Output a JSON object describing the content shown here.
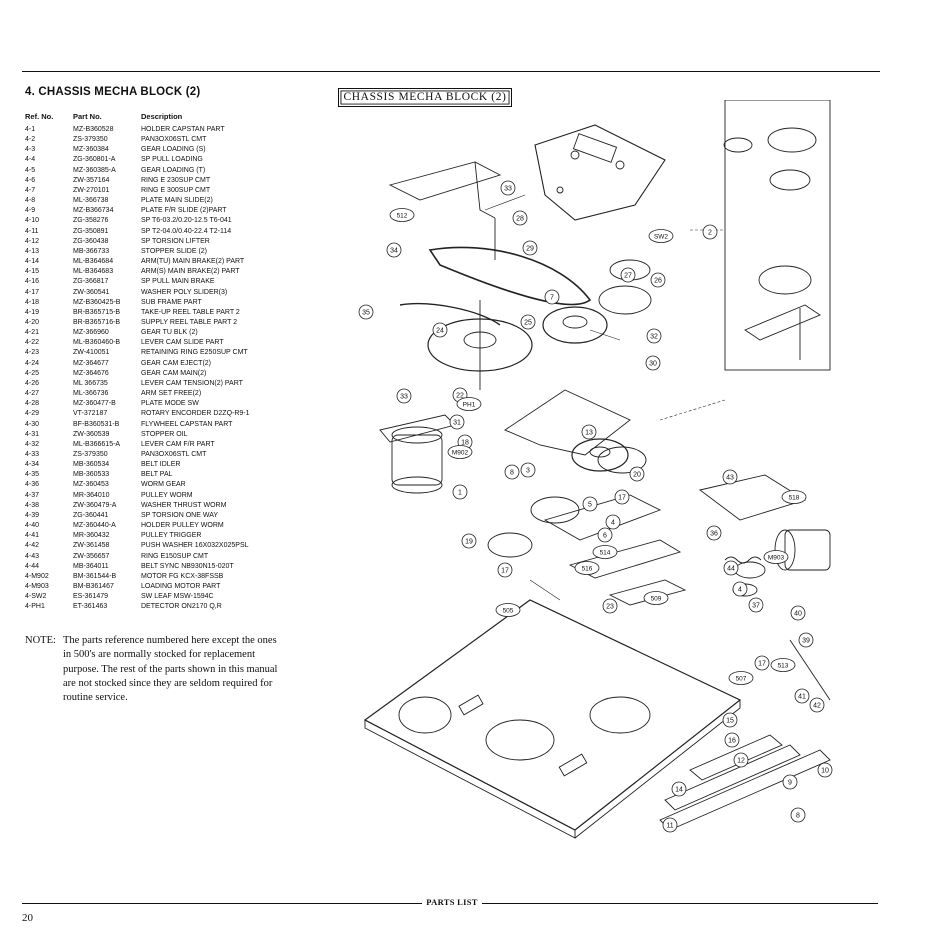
{
  "section": {
    "title": "4. CHASSIS MECHA BLOCK (2)"
  },
  "table": {
    "headers": {
      "ref": "Ref. No.",
      "part": "Part No.",
      "desc": "Description"
    },
    "rows": [
      [
        "4-1",
        "MZ-B360528",
        "HOLDER CAPSTAN PART"
      ],
      [
        "4-2",
        "ZS-379350",
        "PAN3OX06STL CMT"
      ],
      [
        "4-3",
        "MZ-360384",
        "GEAR LOADING (S)"
      ],
      [
        "4-4",
        "ZG-360801-A",
        "SP PULL LOADING"
      ],
      [
        "4-5",
        "MZ-360385-A",
        "GEAR LOADING (T)"
      ],
      [
        "4-6",
        "ZW-357164",
        "RING E 230SUP CMT"
      ],
      [
        "4-7",
        "ZW-270101",
        "RING E 300SUP CMT"
      ],
      [
        "4-8",
        "ML-366738",
        "PLATE MAIN SLIDE(2)"
      ],
      [
        "4-9",
        "MZ-B366734",
        "PLATE F/R SLIDE (2)PART"
      ],
      [
        "4-10",
        "ZG-358276",
        "SP T6-03.2/0.20-12.5 T6-041"
      ],
      [
        "4-11",
        "ZG-350891",
        "SP T2-04.0/0.40-22.4 T2-114"
      ],
      [
        "4-12",
        "ZG-360438",
        "SP TORSION LIFTER"
      ],
      [
        "4-13",
        "MB-366733",
        "STOPPER SLIDE (2)"
      ],
      [
        "4-14",
        "ML-B364684",
        "ARM(TU) MAIN BRAKE(2) PART"
      ],
      [
        "4-15",
        "ML-B364683",
        "ARM(S) MAIN BRAKE(2) PART"
      ],
      [
        "4-16",
        "ZG-366817",
        "SP PULL MAIN BRAKE"
      ],
      [
        "4-17",
        "ZW-360541",
        "WASHER POLY SLIDER(3)"
      ],
      [
        "4-18",
        "MZ-B360425-B",
        "SUB FRAME PART"
      ],
      [
        "4-19",
        "BR-B365715-B",
        "TAKE-UP REEL TABLE PART 2"
      ],
      [
        "4-20",
        "BR-B365716-B",
        "SUPPLY REEL TABLE PART 2"
      ],
      [
        "4-21",
        "MZ-366960",
        "GEAR TU BLK (2)"
      ],
      [
        "4-22",
        "ML-B360460-B",
        "LEVER CAM SLIDE PART"
      ],
      [
        "4-23",
        "ZW-410051",
        "RETAINING RING E250SUP CMT"
      ],
      [
        "4-24",
        "MZ-364677",
        "GEAR CAM EJECT(2)"
      ],
      [
        "4-25",
        "MZ-364676",
        "GEAR CAM MAIN(2)"
      ],
      [
        "4-26",
        "ML 366735",
        "LEVER CAM TENSION(2) PART"
      ],
      [
        "4-27",
        "ML-366736",
        "ARM SET FREE(2)"
      ],
      [
        "4-28",
        "MZ-360477-B",
        "PLATE MODE SW"
      ],
      [
        "4-29",
        "VT-372187",
        "ROTARY ENCORDER D2ZQ-R9-1"
      ],
      [
        "4-30",
        "BF-B360531-B",
        "FLYWHEEL CAPSTAN PART"
      ],
      [
        "4-31",
        "ZW-360539",
        "STOPPER OIL"
      ],
      [
        "4-32",
        "ML-B366615-A",
        "LEVER CAM F/R PART"
      ],
      [
        "4-33",
        "ZS-379350",
        "PAN3OX06STL CMT"
      ],
      [
        "4-34",
        "MB-360534",
        "BELT IDLER"
      ],
      [
        "4-35",
        "MB-360533",
        "BELT PAL"
      ],
      [
        "4-36",
        "MZ-360453",
        "WORM GEAR"
      ],
      [
        "4-37",
        "MR-364010",
        "PULLEY WORM"
      ],
      [
        "4-38",
        "ZW-360479-A",
        "WASHER THRUST WORM"
      ],
      [
        "4-39",
        "ZG-360441",
        "SP TORSION ONE WAY"
      ],
      [
        "4-40",
        "MZ-360440-A",
        "HOLDER PULLEY WORM"
      ],
      [
        "4-41",
        "MR-360432",
        "PULLEY TRIGGER"
      ],
      [
        "4-42",
        "ZW-361458",
        "PUSH WASHER 16X032X025PSL"
      ],
      [
        "4-43",
        "ZW-356657",
        "RING E150SUP CMT"
      ],
      [
        "4-44",
        "MB-364011",
        "BELT SYNC NB930N15-020T"
      ],
      [
        "4-M902",
        "BM-361544-B",
        "MOTOR FG KCX-38FSSB"
      ],
      [
        "4-M903",
        "BM-B361467",
        "LOADING MOTOR PART"
      ],
      [
        "4-SW2",
        "ES-361479",
        "SW LEAF MSW-1594C"
      ],
      [
        "4-PH1",
        "ET-361463",
        "DETECTOR ON2170 Q,R"
      ]
    ]
  },
  "note": {
    "label": "NOTE:",
    "text": "The parts reference numbered here except the ones in 500's are normally stocked for replacement purpose. The rest of the parts shown in this manual are not stocked since they are seldom required for routine service."
  },
  "diagram": {
    "title": "CHASSIS MECHA BLOCK (2)",
    "callouts": [
      "33",
      "512",
      "28",
      "34",
      "29",
      "SW2",
      "2",
      "27",
      "26",
      "7",
      "35",
      "25",
      "24",
      "32",
      "30",
      "22",
      "33",
      "PH1",
      "31",
      "13",
      "18",
      "M902",
      "3",
      "8",
      "20",
      "43",
      "518",
      "1",
      "5",
      "17",
      "4",
      "19",
      "6",
      "514",
      "36",
      "M903",
      "44",
      "17",
      "516",
      "4",
      "37",
      "40",
      "39",
      "505",
      "23",
      "509",
      "513",
      "17",
      "507",
      "41",
      "42",
      "15",
      "16",
      "12",
      "10",
      "9",
      "14",
      "11",
      "8"
    ]
  },
  "footer": {
    "label": "PARTS LIST",
    "page": "20"
  }
}
